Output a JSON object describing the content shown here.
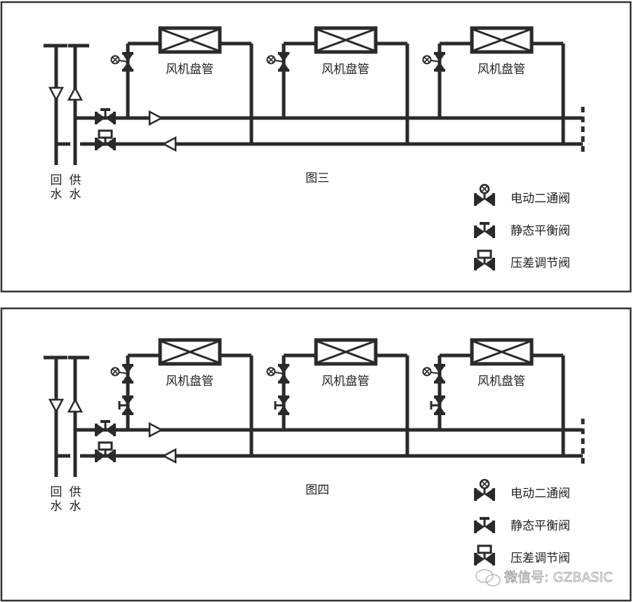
{
  "panels": [
    {
      "title": "图三",
      "with_balance_valves": false
    },
    {
      "title": "图四",
      "with_balance_valves": true
    }
  ],
  "coil_label": "风机盘管",
  "riser_labels": {
    "return": [
      "回",
      "水"
    ],
    "supply": [
      "供",
      "水"
    ]
  },
  "legend": [
    {
      "icon": "electric-two-way-valve-icon",
      "label": "电动二通阀"
    },
    {
      "icon": "static-balance-valve-icon",
      "label": "静态平衡阀"
    },
    {
      "icon": "differential-pressure-valve-icon",
      "label": "压差调节阀"
    }
  ],
  "watermark": "微信号: GZBASIC",
  "colors": {
    "line": "#2a2a2a",
    "frame": "#333333",
    "background": "#ffffff"
  }
}
